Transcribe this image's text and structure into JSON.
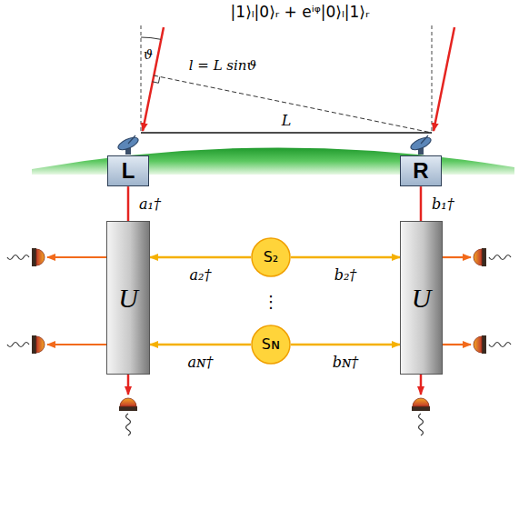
{
  "diagram": {
    "nodes": [
      {
        "text": [
          "L"
        ]
      },
      {
        "text": [
          "R"
        ]
      },
      {
        "text": [
          "U"
        ]
      },
      {
        "text": [
          "U"
        ]
      },
      {
        "text": [
          "S₂"
        ]
      },
      {
        "text": [
          "Sɴ"
        ]
      }
    ],
    "edges": [
      {
        "from": 0,
        "to": 2,
        "arrow": "none",
        "label": "a₁†"
      },
      {
        "from": 1,
        "to": 3,
        "arrow": "none",
        "label": "b₁†"
      },
      {
        "from": 4,
        "to": 2,
        "arrow": "to",
        "label": "a₂†"
      },
      {
        "from": 4,
        "to": 3,
        "arrow": "to",
        "label": "b₂†"
      },
      {
        "from": 5,
        "to": 2,
        "arrow": "to",
        "label": "aɴ†"
      },
      {
        "from": 5,
        "to": 3,
        "arrow": "to",
        "label": "bɴ†"
      }
    ],
    "labels": [
      "|1⟩ₗ|0⟩ᵣ + eⁱᵠ|0⟩ₗ|1⟩ᵣ",
      "ϑ",
      "l = L sinϑ",
      "L",
      "⋮"
    ]
  }
}
